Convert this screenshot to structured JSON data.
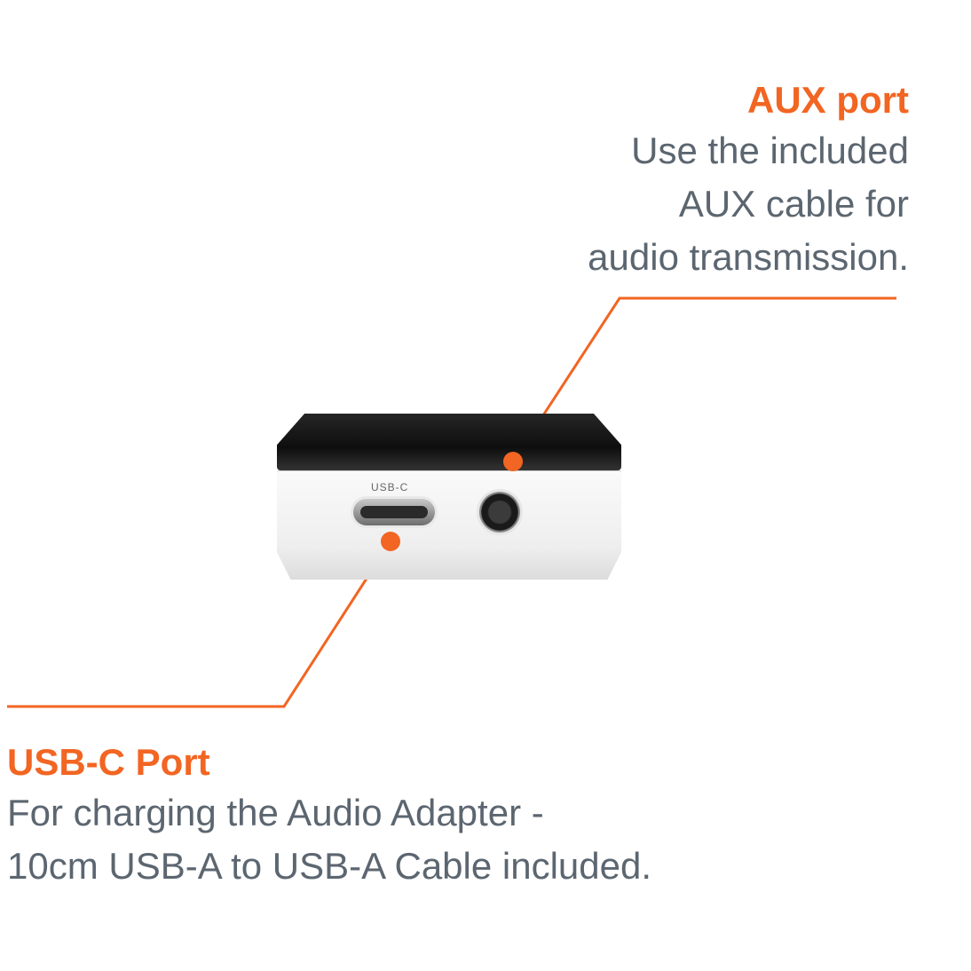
{
  "callouts": {
    "aux": {
      "title": "AUX port",
      "description": "Use the included\nAUX cable for\naudio transmission."
    },
    "usb_c": {
      "title": "USB-C Port",
      "description": "For charging the Audio Adapter -\n10cm USB-A to USB-A Cable included."
    }
  },
  "device": {
    "port_label": "USB-C"
  },
  "colors": {
    "accent": "#f26522",
    "text": "#5c6670"
  }
}
